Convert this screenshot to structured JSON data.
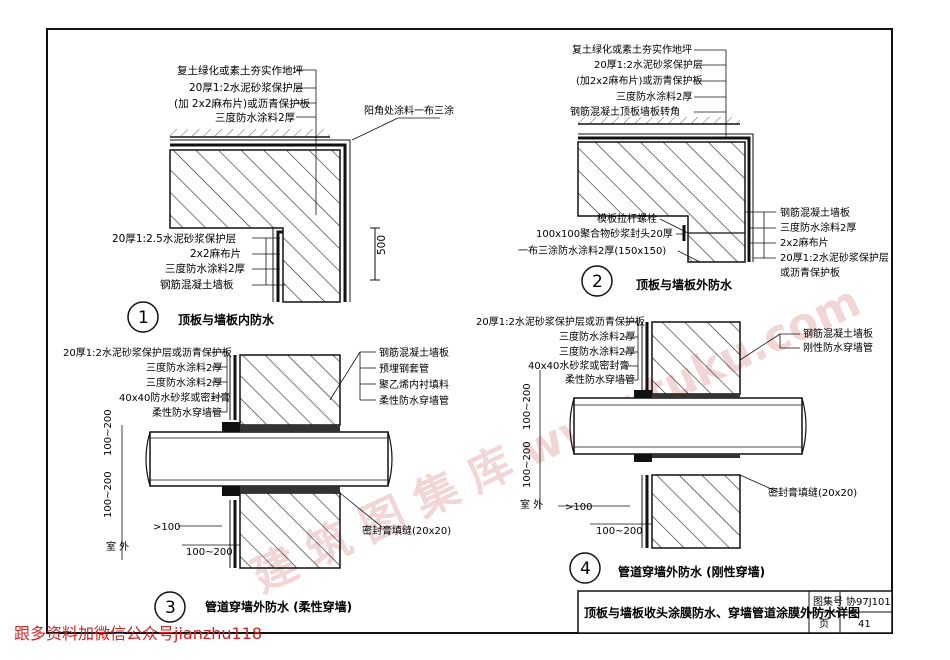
{
  "watermark": {
    "text": "建 筑 图 集 库   www.tuku.com"
  },
  "detail1": {
    "notes_top": [
      "复土绿化或素土夯实作地坪",
      "20厚1:2水泥砂浆保护层",
      "(加 2x2麻布片)或沥青保护板",
      "三度防水涂料2厚"
    ],
    "note_right": "阳角处涂料一布三涂",
    "notes_bottom": [
      "20厚1:2.5水泥砂浆保护层",
      "2x2麻布片",
      "三度防水涂料2厚",
      "钢筋混凝土墙板"
    ],
    "dim": "500",
    "number": "1",
    "caption": "顶板与墙板内防水"
  },
  "detail2": {
    "notes_top": [
      "复土绿化或素土夯实作地坪",
      "20厚1:2水泥砂浆保护层",
      "(加2x2麻布片)或沥青保护板",
      "三度防水涂料2厚",
      "钢筋混凝土顶板墙板转角"
    ],
    "notes_left": [
      "模板拉杆螺栓",
      "100x100聚合物砂浆封头20厚",
      "一布三涂防水涂料2厚(150x150)"
    ],
    "notes_right": [
      "钢筋混凝土墙板",
      "三度防水涂料2厚",
      "2x2麻布片",
      "20厚1:2水泥砂浆保护层",
      "或沥青保护板"
    ],
    "number": "2",
    "caption": "顶板与墙板外防水"
  },
  "detail3": {
    "notes_left": [
      "20厚1:2水泥砂浆保护层或沥青保护板",
      "三度防水涂料2厚",
      "三度防水涂料2厚",
      "40x40防水砂浆或密封膏",
      "柔性防水穿墙管"
    ],
    "notes_right": [
      "钢筋混凝土墙板",
      "预埋钢套管",
      "聚乙烯内衬填料",
      "柔性防水穿墙管"
    ],
    "dims": [
      "100~200",
      "100~200",
      "100~200",
      ">100"
    ],
    "outside": "室  外",
    "seal": "密封膏填缝(20x20)",
    "number": "3",
    "caption": "管道穿墙外防水  (柔性穿墙)"
  },
  "detail4": {
    "notes_left": [
      "20厚1:2水泥砂浆保护层或沥青保护板",
      "三度防水涂料2厚",
      "三度防水涂料2厚",
      "40x40水砂浆或密封膏",
      "柔性防水穿墙管"
    ],
    "notes_right": [
      "钢筋混凝土墙板",
      "刚性防水穿墙管"
    ],
    "dims": [
      "100~200",
      "100~200",
      ">100",
      "100~200"
    ],
    "outside": "室  外",
    "seal": "密封膏填缝(20x20)",
    "number": "4",
    "caption": "管道穿墙外防水  (刚性穿墙)"
  },
  "title_block": {
    "title": "顶板与墙板收头涂膜防水、穿墙管道涂膜外防水详图",
    "atlas_label": "图集号",
    "atlas_value": "协97J101",
    "page_label": "页",
    "page_value": "41"
  },
  "footer": {
    "text": "跟多资料加微信公众号jianzhu118"
  }
}
